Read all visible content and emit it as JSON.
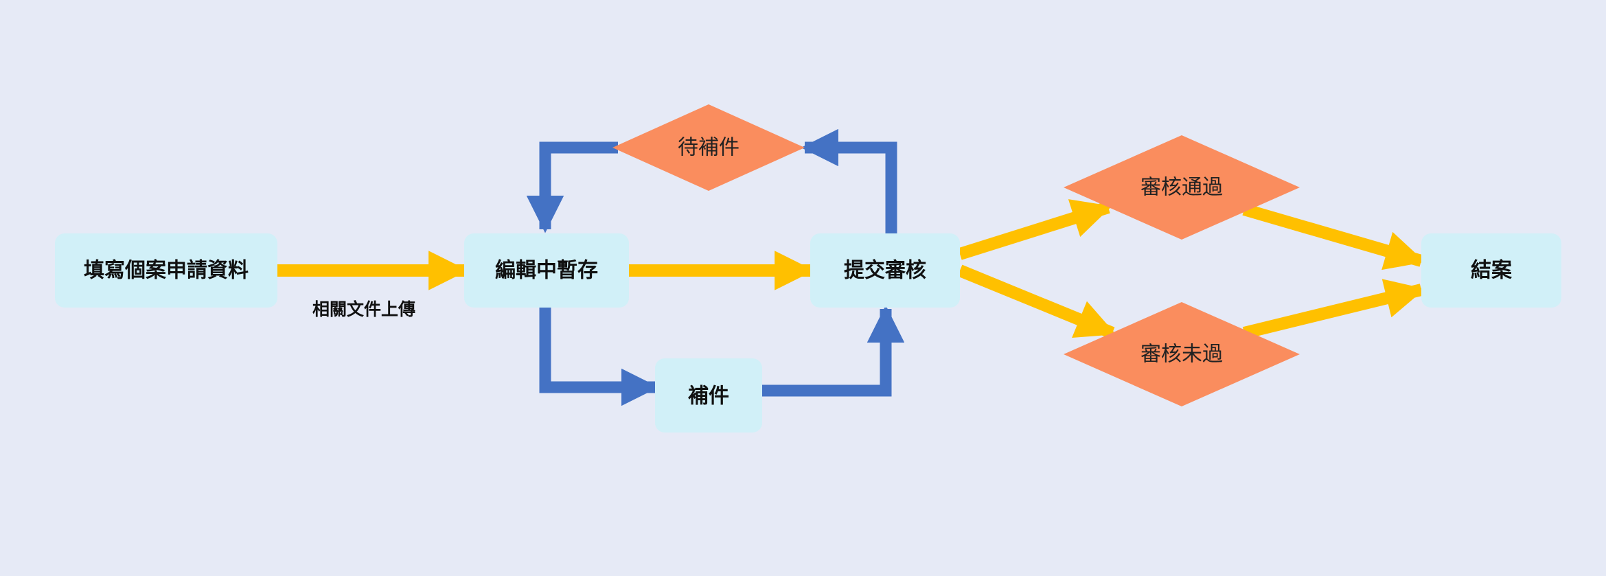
{
  "colors": {
    "background": "#e6eaf6",
    "box_fill": "#d1f0f8",
    "diamond_fill": "#fa8d5e",
    "main_arrow": "#ffc000",
    "loop_arrow": "#4472c4"
  },
  "nodes": {
    "fill_form": "填寫個案申請資料",
    "draft": "編輯中暫存",
    "submit": "提交審核",
    "close": "結案",
    "supplement": "補件",
    "pending_supplement": "待補件",
    "approved": "審核通過",
    "rejected": "審核未過"
  },
  "edge_labels": {
    "upload": "相關文件上傳"
  }
}
